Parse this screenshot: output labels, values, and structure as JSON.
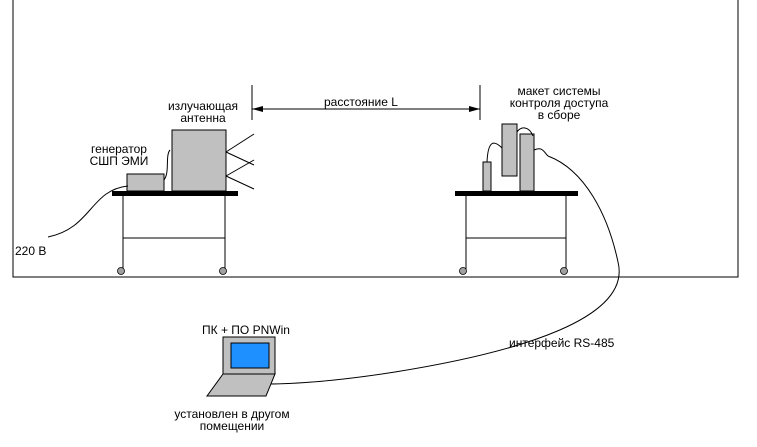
{
  "labels": {
    "antenna": [
      "излучающая",
      "антенна"
    ],
    "distance": "расстояние L",
    "system": [
      "макет системы",
      "контроля доступа",
      "в сборе"
    ],
    "generator": [
      "генератор",
      "СШП ЭМИ"
    ],
    "power": "220 В",
    "pc": "ПК + ПО PNWin",
    "location": [
      "установлен в другом",
      "помещении"
    ],
    "interface": "интерфейс RS-485"
  },
  "colors": {
    "line": "#000000",
    "equipment_fill": "#c0c0c0",
    "screen": "#1e90ff",
    "table_top": "#000000",
    "wheel": "#a0a0a0"
  }
}
